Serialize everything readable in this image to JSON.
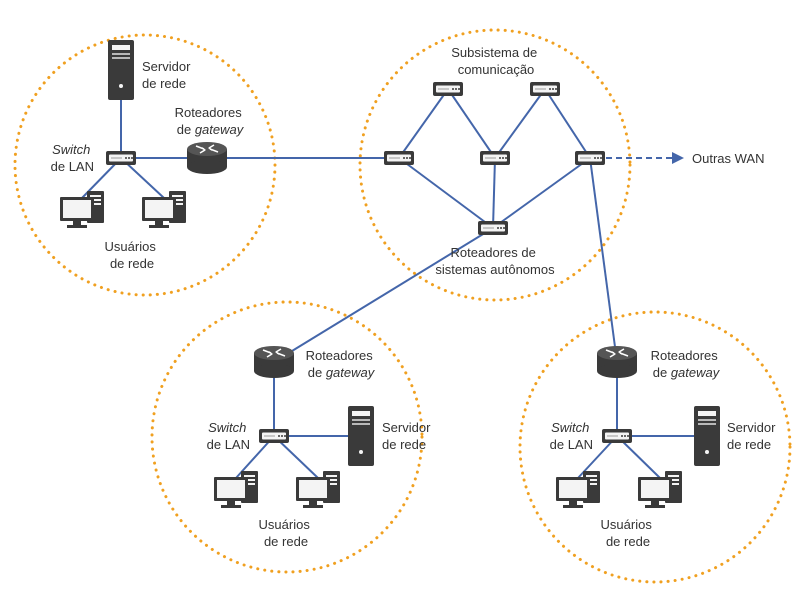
{
  "labels": {
    "server_top": [
      "Servidor",
      "de rede"
    ],
    "gw_top": [
      "Roteadores",
      "de ",
      "gateway"
    ],
    "switch_top": [
      "Switch",
      "de LAN"
    ],
    "users_top": [
      "Usuários",
      "de rede"
    ],
    "subsystem": [
      "Subsistema de",
      "comunicação"
    ],
    "outras_wan": "Outras WAN",
    "as_routers": [
      "Roteadores de",
      "sistemas autônomos"
    ],
    "gw_bl": [
      "Roteadores",
      "de ",
      "gateway"
    ],
    "switch_bl": [
      "Switch",
      "de LAN"
    ],
    "server_bl": [
      "Servidor",
      "de rede"
    ],
    "users_bl": [
      "Usuários",
      "de rede"
    ],
    "gw_br": [
      "Roteadores",
      "de ",
      "gateway"
    ],
    "switch_br": [
      "Switch",
      "de LAN"
    ],
    "server_br": [
      "Servidor",
      "de rede"
    ],
    "users_br": [
      "Usuários",
      "de rede"
    ]
  },
  "colors": {
    "link": "#4466aa",
    "circle": "#f0a020",
    "device": "#3a3a3a"
  }
}
